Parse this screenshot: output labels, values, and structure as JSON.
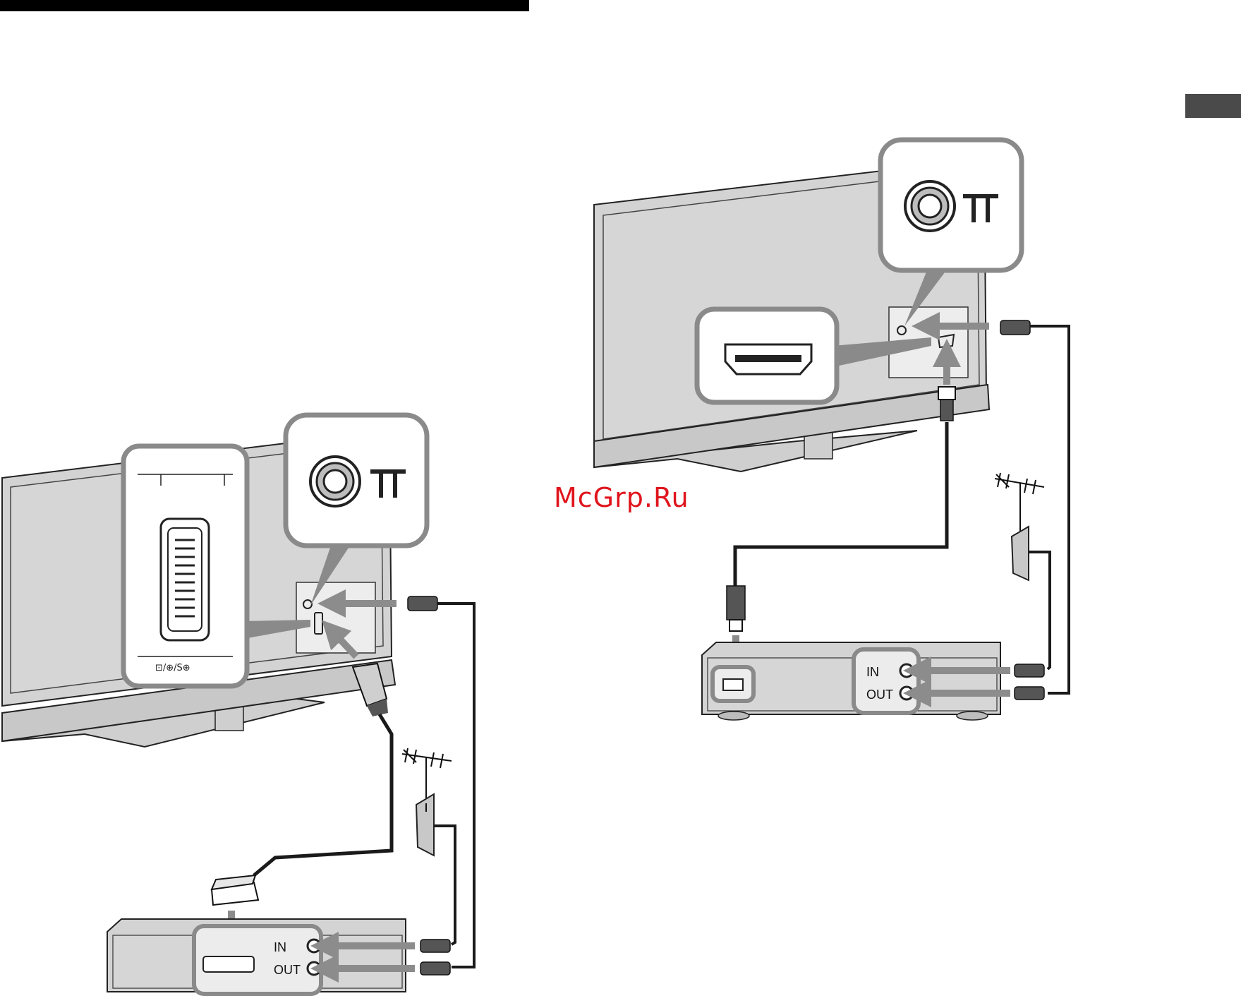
{
  "watermark": "McGrp.Ru",
  "left_diagram": {
    "device_in_label": "IN",
    "device_out_label": "OUT"
  },
  "right_diagram": {
    "device_in_label": "IN",
    "device_out_label": "OUT"
  },
  "colors": {
    "device_fill": "#d3d3d3",
    "callout_border": "#8a8a8a",
    "arrow": "#8c8c8c",
    "cable": "#1a1a1a",
    "watermark": "#e0141c"
  }
}
